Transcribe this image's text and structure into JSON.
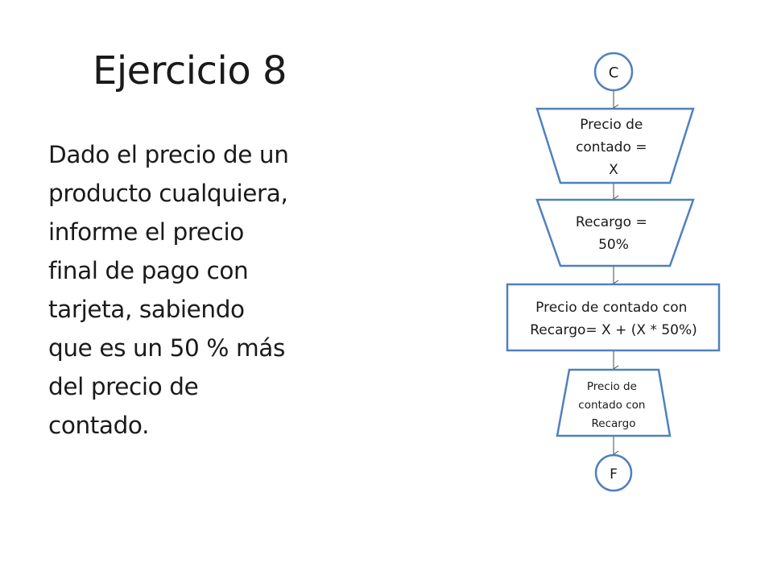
{
  "slide": {
    "title": "Ejercicio 8",
    "body": "Dado el precio de un producto cualquiera, informe el precio final de pago con tarjeta, sabiendo que es un 50 % más del precio de contado."
  },
  "flowchart": {
    "start": "C",
    "input_1": [
      "Precio de",
      "contado =",
      "X"
    ],
    "input_2": [
      "Recargo =",
      "50%"
    ],
    "process": [
      "Precio de contado con",
      "Recargo= X + (X  * 50%)"
    ],
    "output": [
      "Precio de",
      "contado con",
      "Recargo"
    ],
    "end": "F"
  },
  "colors": {
    "shape_border": "#4f81bd",
    "connector": "#4a4a4a"
  }
}
